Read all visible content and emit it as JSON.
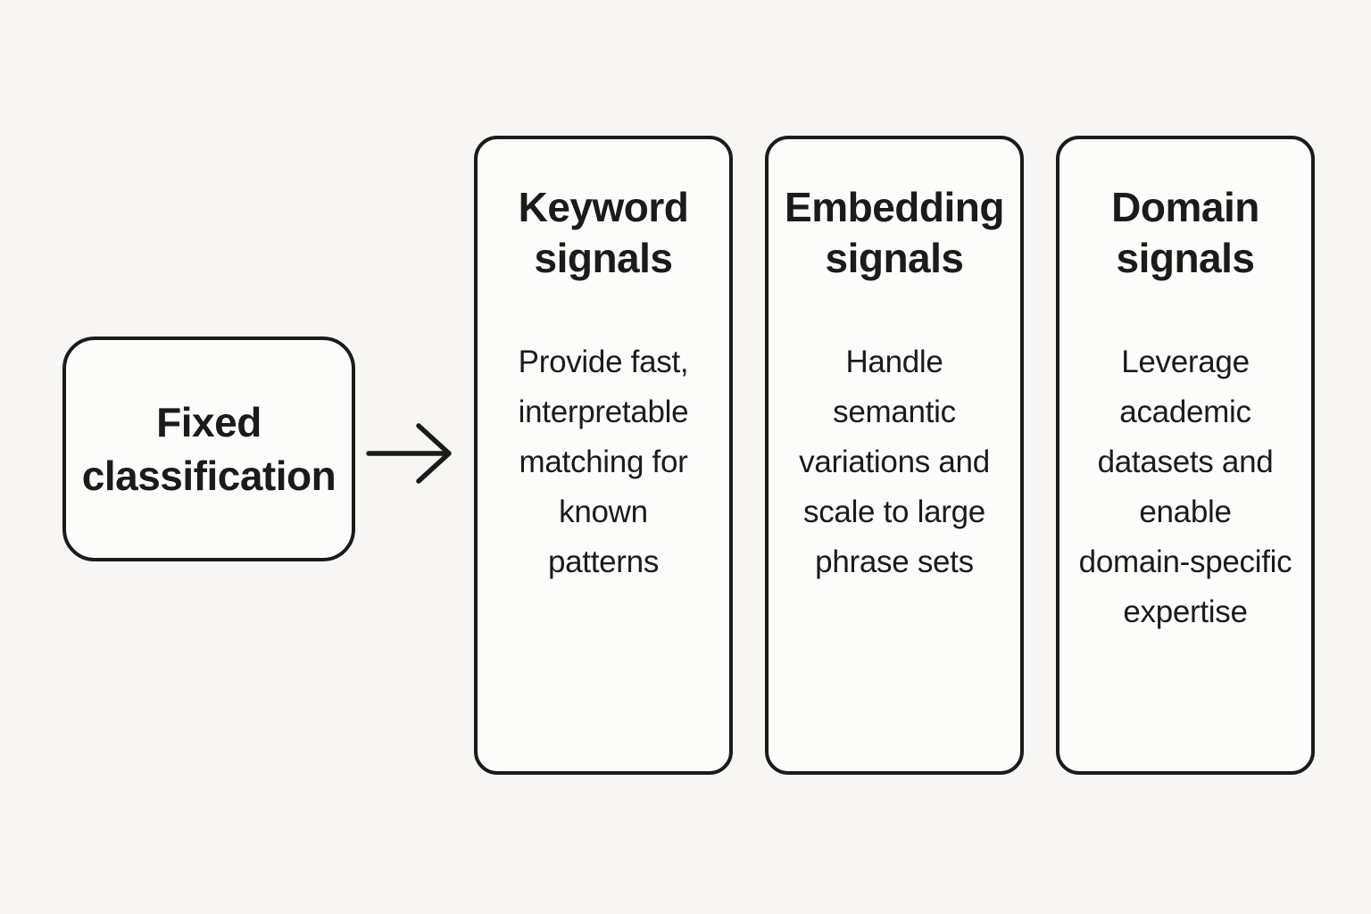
{
  "canvas": {
    "background_color": "#f7f6f4",
    "node_fill_color": "#fcfcfb",
    "stroke_color": "#1b1b1a"
  },
  "source_node": {
    "label": "Fixed\nclassification"
  },
  "arrow": {
    "direction": "right"
  },
  "cards": [
    {
      "id": "keyword-signals",
      "title": "Keyword\nsignals",
      "body": "Provide fast,\ninterpretable\nmatching for\nknown\npatterns"
    },
    {
      "id": "embedding-signals",
      "title": "Embedding\nsignals",
      "body": "Handle\nsemantic\nvariations and\nscale to large\nphrase sets"
    },
    {
      "id": "domain-signals",
      "title": "Domain\nsignals",
      "body": "Leverage\nacademic\ndatasets and\nenable\ndomain-specific\nexpertise"
    }
  ]
}
